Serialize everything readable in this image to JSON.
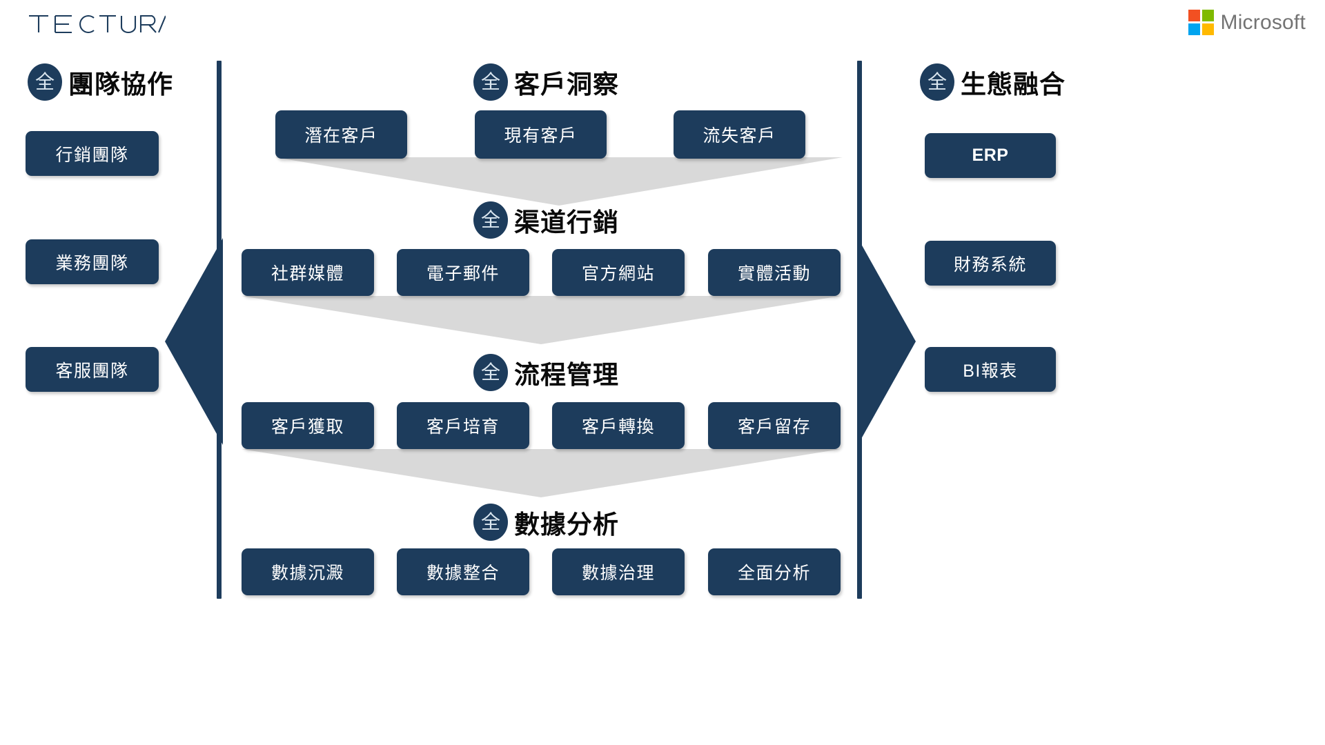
{
  "brand": {
    "tectura_name": "TECTURA",
    "microsoft_name": "Microsoft",
    "ms_colors": {
      "top_left": "#f25022",
      "top_right": "#7fba00",
      "bottom_left": "#00a4ef",
      "bottom_right": "#ffb900"
    }
  },
  "theme": {
    "navy": "#1d3c5c",
    "connector_gray": "#d9d9d9",
    "card_text": "#ffffff",
    "title_text": "#0a0a0a"
  },
  "badge_glyph": "全",
  "left_panel": {
    "title": "團隊協作",
    "items": [
      {
        "label": "行銷團隊"
      },
      {
        "label": "業務團隊"
      },
      {
        "label": "客服團隊"
      }
    ]
  },
  "right_panel": {
    "title": "生態融合",
    "items": [
      {
        "label": "ERP",
        "bold": true
      },
      {
        "label": "財務系統",
        "bold": false
      },
      {
        "label": "BI報表",
        "bold": false
      }
    ]
  },
  "center_sections": [
    {
      "title": "客戶洞察",
      "items": [
        {
          "label": "潛在客戶"
        },
        {
          "label": "現有客戶"
        },
        {
          "label": "流失客戶"
        }
      ]
    },
    {
      "title": "渠道行銷",
      "items": [
        {
          "label": "社群媒體"
        },
        {
          "label": "電子郵件"
        },
        {
          "label": "官方網站"
        },
        {
          "label": "實體活動"
        }
      ]
    },
    {
      "title": "流程管理",
      "items": [
        {
          "label": "客戶獲取"
        },
        {
          "label": "客戶培育"
        },
        {
          "label": "客戶轉換"
        },
        {
          "label": "客戶留存"
        }
      ]
    },
    {
      "title": "數據分析",
      "items": [
        {
          "label": "數據沉澱"
        },
        {
          "label": "數據整合"
        },
        {
          "label": "數據治理"
        },
        {
          "label": "全面分析"
        }
      ]
    }
  ]
}
